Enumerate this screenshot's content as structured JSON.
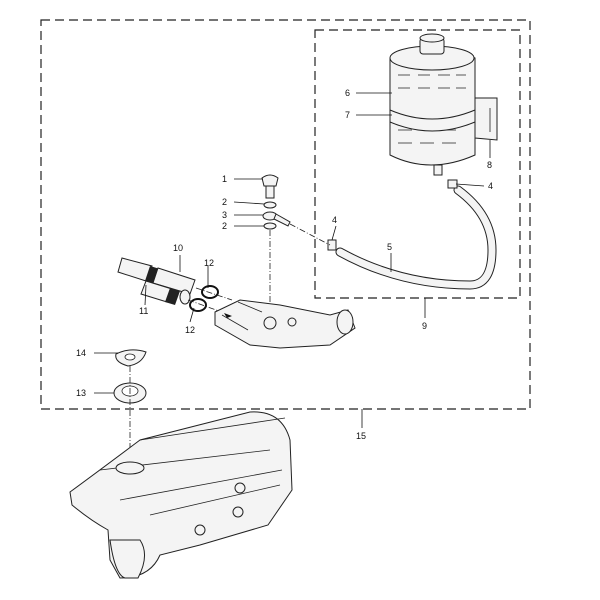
{
  "diagram": {
    "callouts": {
      "c1": "1",
      "c2a": "2",
      "c3": "3",
      "c2b": "2",
      "c4a": "4",
      "c4b": "4",
      "c5": "5",
      "c6": "6",
      "c7": "7",
      "c8": "8",
      "c9": "9",
      "c10": "10",
      "c11": "11",
      "c12a": "12",
      "c12b": "12",
      "c13": "13",
      "c14": "14",
      "c15": "15"
    }
  }
}
